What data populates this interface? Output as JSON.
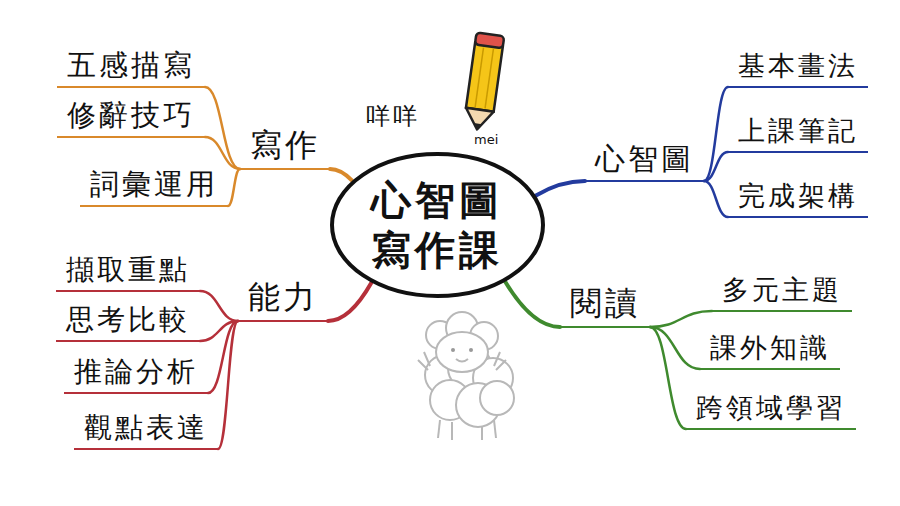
{
  "diagram": {
    "nodes": [
      {
        "text": [
          "心智圖 寫作課"
        ]
      },
      {
        "text": [
          "寫作"
        ]
      },
      {
        "text": [
          "五感描寫"
        ]
      },
      {
        "text": [
          "修辭技巧"
        ]
      },
      {
        "text": [
          "詞彙運用"
        ]
      },
      {
        "text": [
          "心智圖"
        ]
      },
      {
        "text": [
          "基本畫法"
        ]
      },
      {
        "text": [
          "上課筆記"
        ]
      },
      {
        "text": [
          "完成架構"
        ]
      },
      {
        "text": [
          "能力"
        ]
      },
      {
        "text": [
          "擷取重點"
        ]
      },
      {
        "text": [
          "思考比較"
        ]
      },
      {
        "text": [
          "推論分析"
        ]
      },
      {
        "text": [
          "觀點表達"
        ]
      },
      {
        "text": [
          "閱讀"
        ]
      },
      {
        "text": [
          "多元主題"
        ]
      },
      {
        "text": [
          "課外知識"
        ]
      },
      {
        "text": [
          "跨領域學習"
        ]
      }
    ],
    "edges": [
      {
        "from": 0,
        "to": 1,
        "arrow": "none"
      },
      {
        "from": 1,
        "to": 2,
        "arrow": "none"
      },
      {
        "from": 1,
        "to": 3,
        "arrow": "none"
      },
      {
        "from": 1,
        "to": 4,
        "arrow": "none"
      },
      {
        "from": 0,
        "to": 5,
        "arrow": "none"
      },
      {
        "from": 5,
        "to": 6,
        "arrow": "none"
      },
      {
        "from": 5,
        "to": 7,
        "arrow": "none"
      },
      {
        "from": 5,
        "to": 8,
        "arrow": "none"
      },
      {
        "from": 0,
        "to": 9,
        "arrow": "none"
      },
      {
        "from": 9,
        "to": 10,
        "arrow": "none"
      },
      {
        "from": 9,
        "to": 11,
        "arrow": "none"
      },
      {
        "from": 9,
        "to": 12,
        "arrow": "none"
      },
      {
        "from": 9,
        "to": 13,
        "arrow": "none"
      },
      {
        "from": 0,
        "to": 14,
        "arrow": "none"
      },
      {
        "from": 14,
        "to": 15,
        "arrow": "none"
      },
      {
        "from": 14,
        "to": 16,
        "arrow": "none"
      },
      {
        "from": 14,
        "to": 17,
        "arrow": "none"
      }
    ],
    "labels": [
      "咩咩",
      "mei"
    ]
  }
}
